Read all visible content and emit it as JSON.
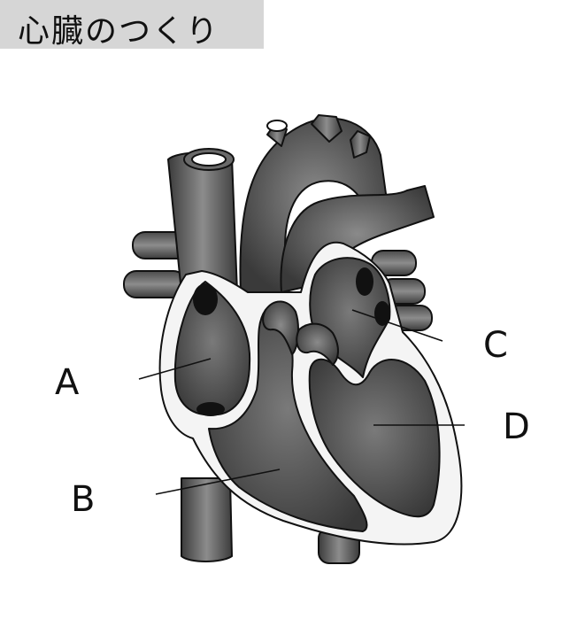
{
  "title": "心臓のつくり",
  "labels": {
    "a": "A",
    "b": "B",
    "c": "C",
    "d": "D"
  },
  "colors": {
    "title_background": "#d6d6d6",
    "heart_dark": "#3a3a3a",
    "heart_mid": "#6b6b6b",
    "heart_light": "#8a8a8a",
    "wall": "#f4f4f4",
    "outline": "#111111"
  }
}
